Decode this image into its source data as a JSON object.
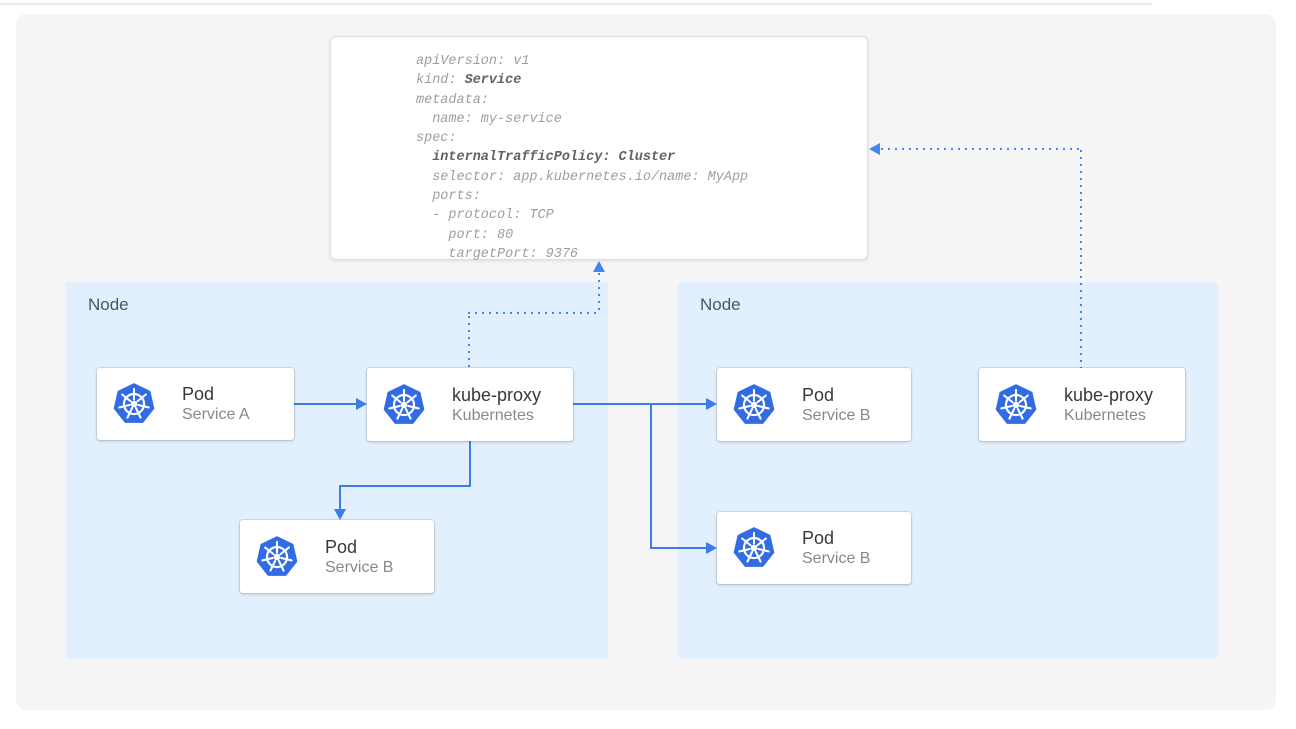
{
  "yaml_card": {
    "lines": [
      {
        "pre": "apiVersion: v1",
        "bold": ""
      },
      {
        "pre": "kind: ",
        "bold": "Service"
      },
      {
        "pre": "metadata:",
        "bold": ""
      },
      {
        "pre": "  name: my-service",
        "bold": ""
      },
      {
        "pre": "spec:",
        "bold": ""
      },
      {
        "pre": "  ",
        "bold": "internalTrafficPolicy: Cluster"
      },
      {
        "pre": "  selector: app.kubernetes.io/name: MyApp",
        "bold": ""
      },
      {
        "pre": "  ports:",
        "bold": ""
      },
      {
        "pre": "  - protocol: TCP",
        "bold": ""
      },
      {
        "pre": "    port: 80",
        "bold": ""
      },
      {
        "pre": "    targetPort: 9376",
        "bold": ""
      }
    ]
  },
  "nodes": {
    "left": {
      "label": "Node"
    },
    "right": {
      "label": "Node"
    }
  },
  "cards": {
    "pod_a": {
      "title": "Pod",
      "subtitle": "Service A"
    },
    "kube_proxy_left": {
      "title": "kube-proxy",
      "subtitle": "Kubernetes"
    },
    "pod_b_left": {
      "title": "Pod",
      "subtitle": "Service B"
    },
    "pod_b_right_top": {
      "title": "Pod",
      "subtitle": "Service B"
    },
    "pod_b_right_bottom": {
      "title": "Pod",
      "subtitle": "Service B"
    },
    "kube_proxy_right": {
      "title": "kube-proxy",
      "subtitle": "Kubernetes"
    }
  },
  "colors": {
    "kubernetes_blue": "#326ce5",
    "solid_arrow_blue": "#3e7de9",
    "dotted_arrow_blue": "#4285f4",
    "node_background": "#e1f0fc",
    "panel_background": "#f5f5f5"
  }
}
